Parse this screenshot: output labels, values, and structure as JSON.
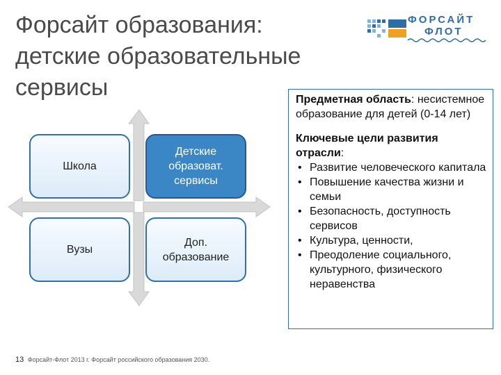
{
  "title": {
    "line1": "Форсайт образования:",
    "line2": "детские образовательные",
    "line3": "сервисы"
  },
  "logo": {
    "line1": "ФОРСАЙТ",
    "line2": "ФЛОТ",
    "color": "#2f6da6"
  },
  "matrix": {
    "school": "Школа",
    "kids_services": "Детские образоват. сервисы",
    "universities": "Вузы",
    "extra_education": "Доп. образование"
  },
  "panel": {
    "subject_label": "Предметная область",
    "subject_colon": ":",
    "subject_text": "несистемное образование для детей (0-14 лет)",
    "goals_label": "Ключевые цели развития отрасли",
    "goals_colon": ":",
    "goals": [
      "Развитие человеческого капитала",
      "Повышение качества жизни и семьи",
      "Безопасность, доступность сервисов",
      "Культура, ценности,",
      "Преодоление социального, культурного, физического неравенства"
    ]
  },
  "footer": {
    "page_number": "13",
    "source": "Форсайт-Флот 2013 г. Форсайт российского образования 2030."
  },
  "colors": {
    "accent": "#2f6fac",
    "highlight_box": "#3b87c6",
    "arrow": "#d9d9d9"
  }
}
